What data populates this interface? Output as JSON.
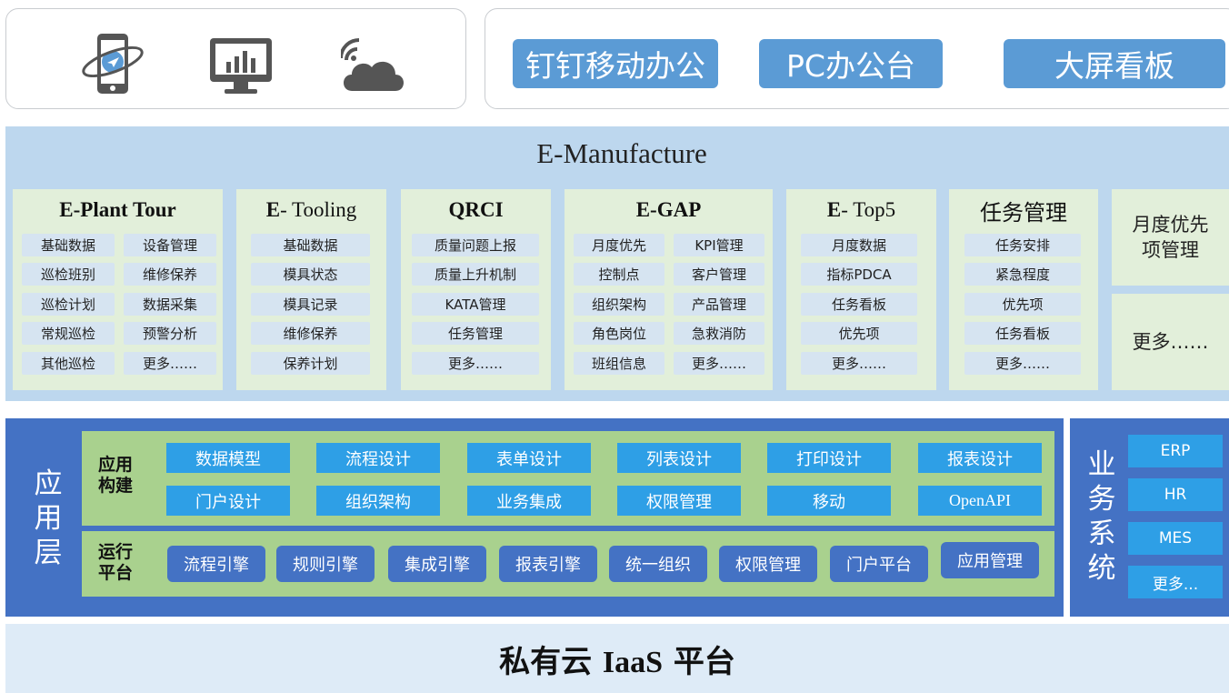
{
  "top": {
    "icons": [
      "mobile-orbit-icon",
      "monitor-chart-icon",
      "wireless-cloud-icon"
    ],
    "terminals": [
      "钉钉移动办公",
      "PC办公台",
      "大屏看板"
    ]
  },
  "emanufacture": {
    "title": "E-Manufacture",
    "modules": [
      {
        "title_bold": "E-Plant Tour",
        "title_rest": "",
        "items": [
          "基础数据",
          "设备管理",
          "巡检班别",
          "维修保养",
          "巡检计划",
          "数据采集",
          "常规巡检",
          "预警分析",
          "其他巡检",
          "更多……"
        ]
      },
      {
        "title_bold": "E",
        "title_rest": "- Tooling",
        "items": [
          "基础数据",
          "模具状态",
          "模具记录",
          "维修保养",
          "保养计划"
        ]
      },
      {
        "title_bold": "QRCI",
        "title_rest": "",
        "items": [
          "质量问题上报",
          "质量上升机制",
          "KATA管理",
          "任务管理",
          "更多……"
        ]
      },
      {
        "title_bold": "E-GAP",
        "title_rest": "",
        "items": [
          "月度优先",
          "KPI管理",
          "控制点",
          "客户管理",
          "组织架构",
          "产品管理",
          "角色岗位",
          "急救消防",
          "班组信息",
          "更多……"
        ]
      },
      {
        "title_bold": "E",
        "title_rest": "- Top5",
        "items": [
          "月度数据",
          "指标PDCA",
          "任务看板",
          "优先项",
          "更多……"
        ]
      },
      {
        "title_cn": "任务管理",
        "items": [
          "任务安排",
          "紧急程度",
          "优先项",
          "任务看板",
          "更多……"
        ]
      }
    ],
    "side": [
      "月度优先项管理",
      "更多……"
    ]
  },
  "app_layer": {
    "label": "应用层",
    "build": {
      "label": "应用构建",
      "items": [
        "数据模型",
        "流程设计",
        "表单设计",
        "列表设计",
        "打印设计",
        "报表设计",
        "门户设计",
        "组织架构",
        "业务集成",
        "权限管理",
        "移动",
        "OpenAPI"
      ]
    },
    "run": {
      "label": "运行平台",
      "items": [
        "流程引擎",
        "规则引擎",
        "集成引擎",
        "报表引擎",
        "统一组织",
        "权限管理",
        "门户平台",
        "应用管理"
      ]
    }
  },
  "business": {
    "label": "业务系统",
    "items": [
      "ERP",
      "HR",
      "MES",
      "更多..."
    ]
  },
  "iaas": {
    "prefix": "私有云 ",
    "serif": "IaaS",
    "suffix": " 平台"
  }
}
